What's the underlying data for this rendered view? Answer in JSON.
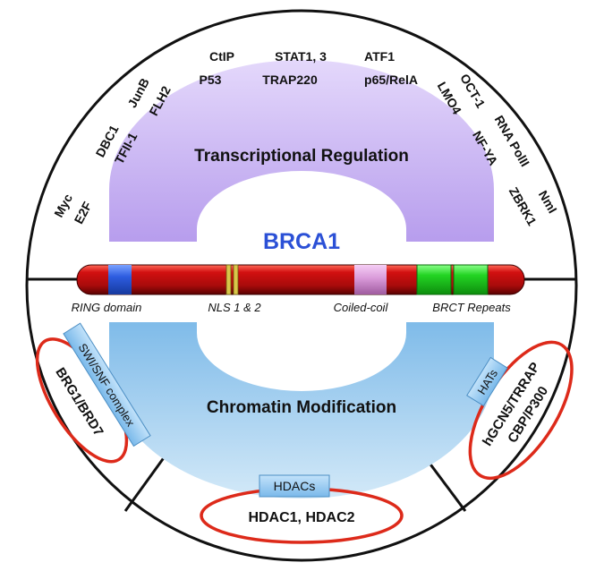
{
  "center_label": "BRCA1",
  "transcription": {
    "title": "Transcriptional Regulation",
    "partners": {
      "ctip": "CtIP",
      "stat": "STAT1, 3",
      "atf1": "ATF1",
      "p53": "P53",
      "trap220": "TRAP220",
      "p65": "p65/RelA",
      "junb": "JunB",
      "flh2": "FLH2",
      "dbc1": "DBC1",
      "tfii": "TFII-1",
      "myc": "Myc",
      "e2f": "E2F",
      "oct1": "OCT-1",
      "lmo4": "LMO4",
      "rnapol": "RNA PolII",
      "nfya": "NF-YA",
      "nmi": "NmI",
      "zbrk1": "ZBRK1"
    }
  },
  "domains": {
    "ring": "RING domain",
    "nls": "NLS 1 & 2",
    "coiled": "Coiled-coil",
    "brct": "BRCT Repeats"
  },
  "chromatin": {
    "title": "Chromatin Modification",
    "swi_label": "SWI/SNF complex",
    "swi_members": "BRG1/BRD7",
    "hdac_label": "HDACs",
    "hdac_members": "HDAC1, HDAC2",
    "hat_label": "HATs",
    "hat_member1": "hGCN5/TRRAP",
    "hat_member2": "CBP/P300"
  },
  "colors": {
    "brca1_text": "#2b50d6",
    "transcription_arc": "#c9b2f2",
    "chromatin_arc": "#a9d2f0",
    "bar_red": "#c10e0e",
    "ring_blue": "#2d5ce0",
    "brct_green": "#22cc22",
    "coiled_pink": "#d99ad9",
    "nls_yellow": "#d8c64a",
    "ellipse_red": "#dd2a1a",
    "label_box": "#8cc6ef"
  }
}
